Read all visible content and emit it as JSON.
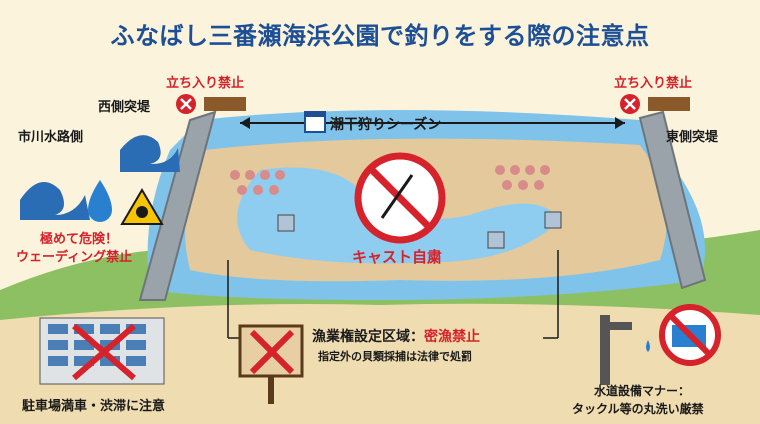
{
  "title": "ふなばし三番瀬海浜公園で釣りをする際の注意点",
  "west_no_entry": "立ち入り禁止",
  "east_no_entry": "立ち入り禁止",
  "west_jetty": "西側突堤",
  "east_jetty": "東側突堤",
  "ichikawa_side": "市川水路側",
  "danger_line1": "極めて危険！",
  "danger_line2": "ウェーディング禁止",
  "shiohigari_season": "潮干狩りシーズン",
  "cast_restraint": "キャスト自粛",
  "fishing_rights_label": "漁業権設定区域：",
  "fishing_rights_prohibit": "密漁禁止",
  "fishing_rights_note": "指定外の貝類採捕は法律で処罰",
  "parking_note": "駐車場満車・渋滞に注意",
  "water_manner_line1": "水道設備マナー：",
  "water_manner_line2": "タックル等の丸洗い厳禁",
  "colors": {
    "title_blue": "#1d4f97",
    "warning_red": "#d6222a",
    "sea": "#7fc3ea",
    "sand": "#e3c99b",
    "grass": "#8cc063"
  }
}
